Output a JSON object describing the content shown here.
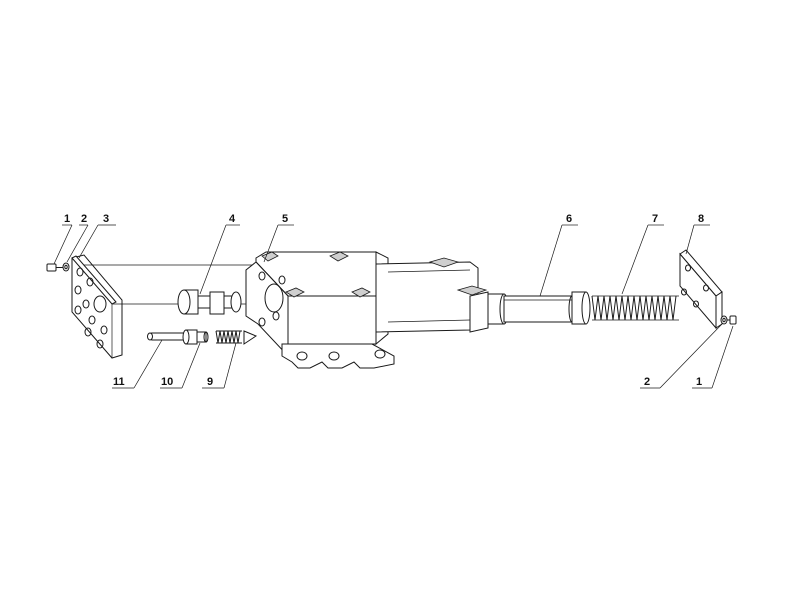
{
  "diagram": {
    "callouts": [
      {
        "id": "c1-left",
        "text": "1"
      },
      {
        "id": "c2-left",
        "text": "2"
      },
      {
        "id": "c3",
        "text": "3"
      },
      {
        "id": "c4",
        "text": "4"
      },
      {
        "id": "c5",
        "text": "5"
      },
      {
        "id": "c6",
        "text": "6"
      },
      {
        "id": "c7",
        "text": "7"
      },
      {
        "id": "c8",
        "text": "8"
      },
      {
        "id": "c9",
        "text": "9"
      },
      {
        "id": "c10",
        "text": "10"
      },
      {
        "id": "c11",
        "text": "11"
      },
      {
        "id": "c2-right",
        "text": "2"
      },
      {
        "id": "c1-right",
        "text": "1"
      }
    ]
  }
}
